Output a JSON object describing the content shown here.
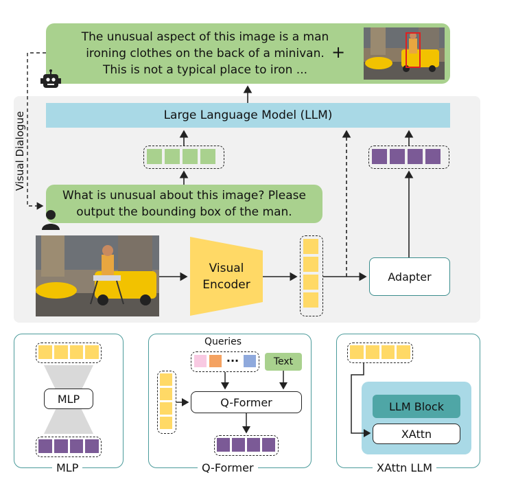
{
  "response": {
    "lines": [
      "The unusual aspect of this image is a man",
      "ironing clothes on the back of a minivan.",
      "This is not a typical place to iron ..."
    ],
    "plus": "+"
  },
  "side_label": "Visual Dialogue",
  "llm_label": "Large Language Model (LLM)",
  "question": {
    "lines": [
      "What is unusual about this image? Please",
      "output the bounding box of the man."
    ]
  },
  "encoder_label_1": "Visual",
  "encoder_label_2": "Encoder",
  "adapter_label": "Adapter",
  "mlp_panel": {
    "title": "MLP",
    "box_label": "MLP"
  },
  "qformer_panel": {
    "title": "Q-Former",
    "queries_label": "Queries",
    "text_label": "Text",
    "box_label": "Q-Former",
    "dots": "···"
  },
  "xattn_panel": {
    "title": "XAttn LLM",
    "block_label": "LLM Block",
    "xattn_label": "XAttn"
  },
  "icons": [
    "robot-icon",
    "user-icon"
  ],
  "colors": {
    "bubble": "#a9d18e",
    "llm": "#a9d9e6",
    "encoder": "#ffd966",
    "purple_token": "#7b5a96",
    "teal": "#4a9a9a"
  }
}
